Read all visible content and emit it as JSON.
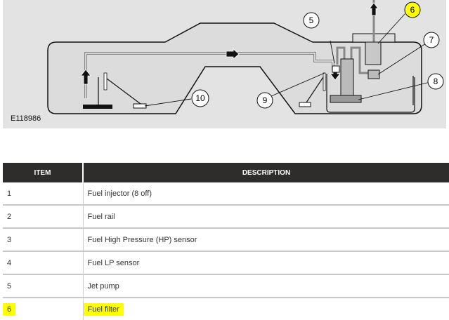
{
  "figure": {
    "id": "E118986",
    "callouts": [
      "5",
      "6",
      "7",
      "8",
      "9",
      "10"
    ],
    "highlighted_callout": "6",
    "highlight_color": "#ffff00"
  },
  "table": {
    "headers": {
      "item": "ITEM",
      "description": "DESCRIPTION"
    },
    "rows": [
      {
        "item": "1",
        "description": "Fuel injector (8 off)"
      },
      {
        "item": "2",
        "description": "Fuel rail"
      },
      {
        "item": "3",
        "description": "Fuel High Pressure (HP) sensor"
      },
      {
        "item": "4",
        "description": "Fuel LP sensor"
      },
      {
        "item": "5",
        "description": "Jet pump"
      },
      {
        "item": "6",
        "description": "Fuel filter",
        "highlighted": true
      }
    ]
  }
}
